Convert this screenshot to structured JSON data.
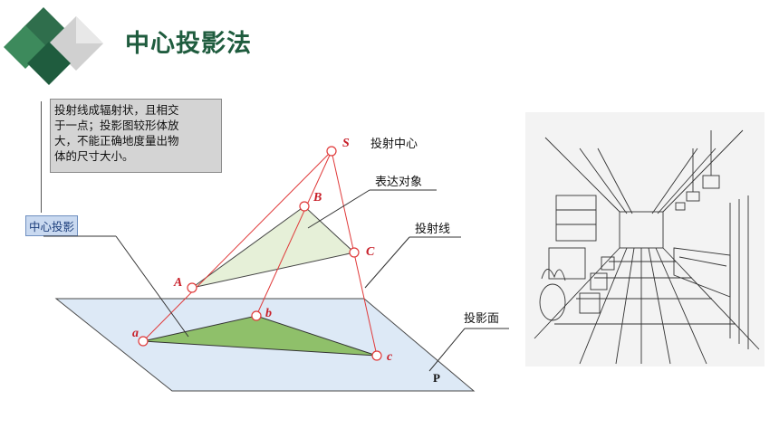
{
  "header": {
    "title": "中心投影法"
  },
  "callout": {
    "lines": [
      "投射线成辐射状，且相交",
      "于一点；投影图较形体放",
      "大，不能正确地度量出物",
      "体的尺寸大小。"
    ]
  },
  "tag": {
    "label": "中心投影"
  },
  "labels": {
    "projection_center": "投射中心",
    "object": "表达对象",
    "projection_line": "投射线",
    "projection_plane": "投影面"
  },
  "points": {
    "S": "S",
    "A": "A",
    "B": "B",
    "C": "C",
    "a": "a",
    "b": "b",
    "c": "c",
    "P": "P"
  },
  "colors": {
    "title": "#1f5c3e",
    "red_lines": "#e03a3a",
    "plane": "#dde9f6",
    "object_fill": "#e6f0d8",
    "projection_fill": "#8fc06a"
  }
}
